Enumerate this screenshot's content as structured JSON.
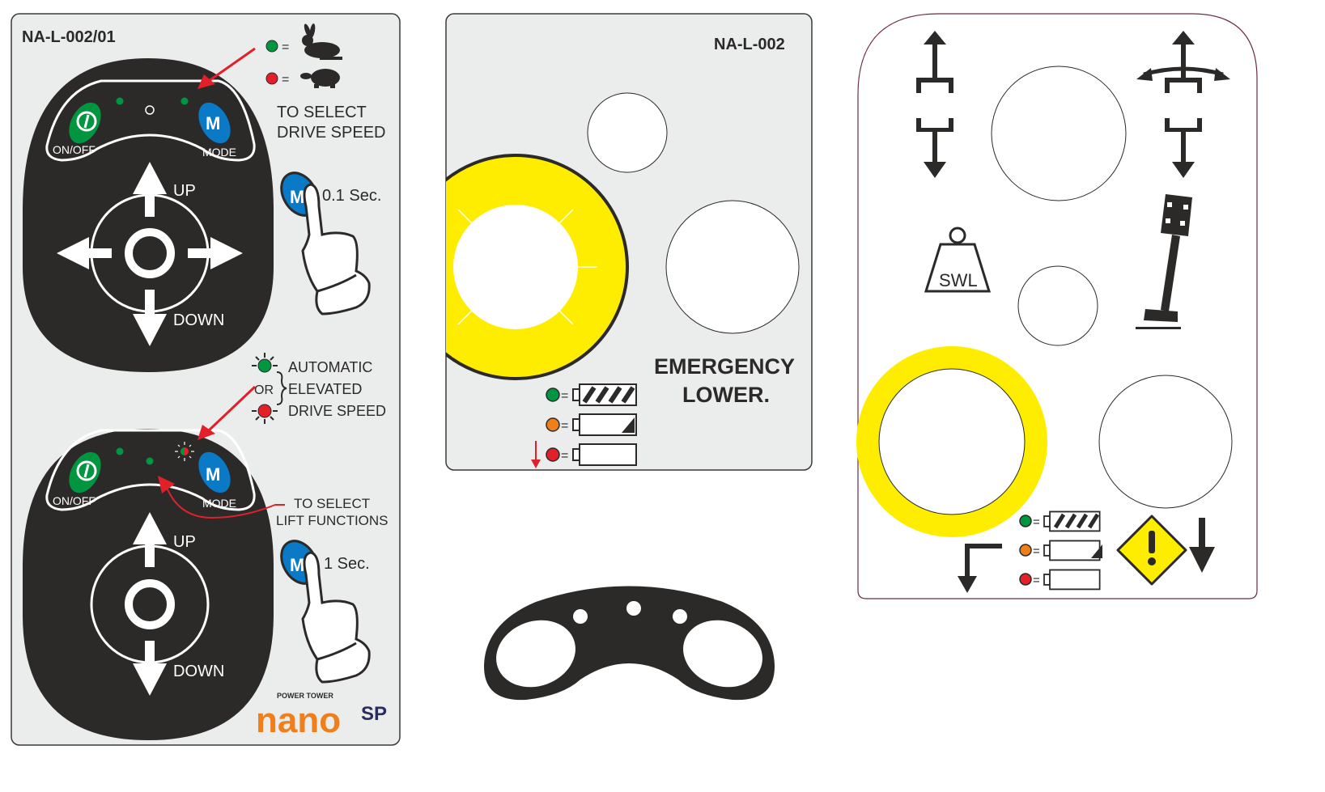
{
  "colors": {
    "panel": "#ebedec",
    "dark": "#2b2a29",
    "green": "#009640",
    "blue": "#0a79c6",
    "red": "#e3202a",
    "orange": "#ef7f1a",
    "yellow": "#ffed00",
    "navy": "#2c2b5e"
  },
  "left_label": {
    "code": "NA-L-002/01",
    "on_off": "ON/OFF",
    "mode": "MODE",
    "m": "M",
    "up": "UP",
    "down": "DOWN",
    "eq": "=",
    "drive_select": [
      "TO SELECT",
      "DRIVE SPEED"
    ],
    "press_short": "0.1 Sec.",
    "elevated": [
      "AUTOMATIC",
      "ELEVATED",
      "DRIVE SPEED"
    ],
    "or": "OR",
    "lift_select": [
      "TO SELECT",
      "LIFT FUNCTIONS"
    ],
    "press_long": "1 Sec.",
    "logo": {
      "brand": "POWER TOWER",
      "name": "nano",
      "suffix": "SP"
    }
  },
  "middle_label": {
    "code": "NA-L-002",
    "emergency": [
      "EMERGENCY",
      "LOWER."
    ],
    "eq": "="
  },
  "right_label": {
    "swl": "SWL",
    "eq": "="
  }
}
